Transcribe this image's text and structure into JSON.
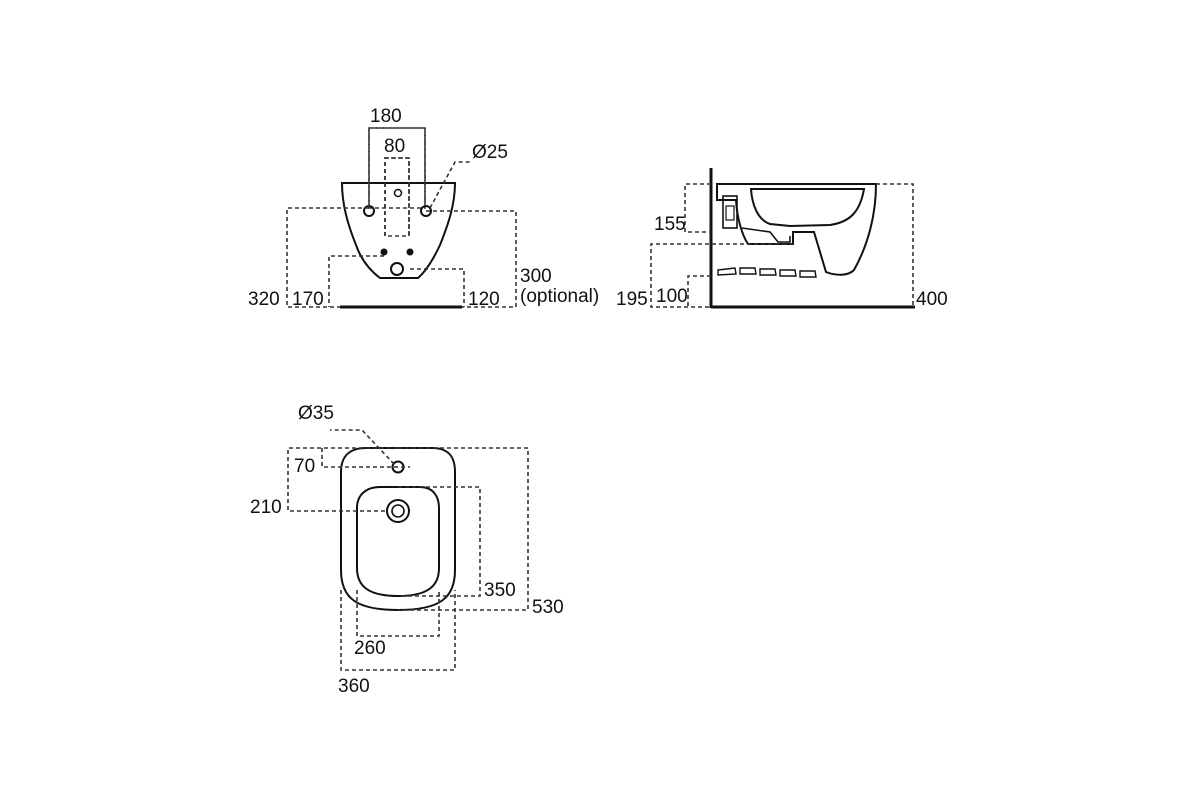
{
  "front_view": {
    "dim_width_outer": "180",
    "dim_width_inner": "80",
    "dim_tap_hole": "Ø25",
    "dim_total_height": "320",
    "dim_waste_height": "170",
    "dim_fix_height": "120",
    "dim_optional_height": "300",
    "dim_optional_note": "(optional)"
  },
  "side_view": {
    "dim_top_offset": "155",
    "dim_inlet_height": "195",
    "dim_outlet_height": "100",
    "dim_total_height": "400"
  },
  "plan_view": {
    "dim_tap_hole": "Ø35",
    "dim_tap_offset": "70",
    "dim_waste_offset": "210",
    "dim_bowl_length": "350",
    "dim_total_length": "530",
    "dim_bowl_width": "260",
    "dim_total_width": "360"
  }
}
